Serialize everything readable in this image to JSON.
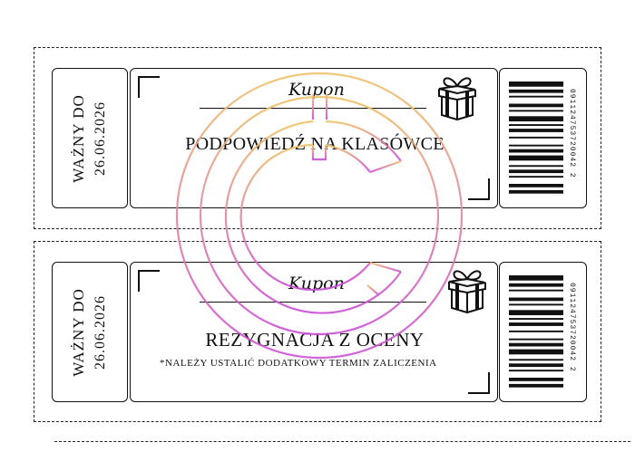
{
  "coupons": [
    {
      "valid_label": "WAŻNY DO",
      "date": "26.06.2026",
      "kupon": "Kupon",
      "title": "PODPOWIEDŹ  NA KLASÓWCE",
      "note": "",
      "barcode_digits": "091124753720042 2"
    },
    {
      "valid_label": "WAŻNY DO",
      "date": "26.06.2026",
      "kupon": "Kupon",
      "title": "REZYGNACJA Z OCENY",
      "note": "*NALEŻY USTALIĆ DODATKOWY TERMIN ZALICZENIA",
      "barcode_digits": "091124753720042 2"
    }
  ],
  "icons": {
    "gift": "gift-icon",
    "barcode": "barcode-icon",
    "watermark": "copyright-watermark-icon"
  },
  "colors": {
    "watermark_top": "#efc46a",
    "watermark_bottom": "#cc4fd8",
    "ink": "#111111"
  }
}
